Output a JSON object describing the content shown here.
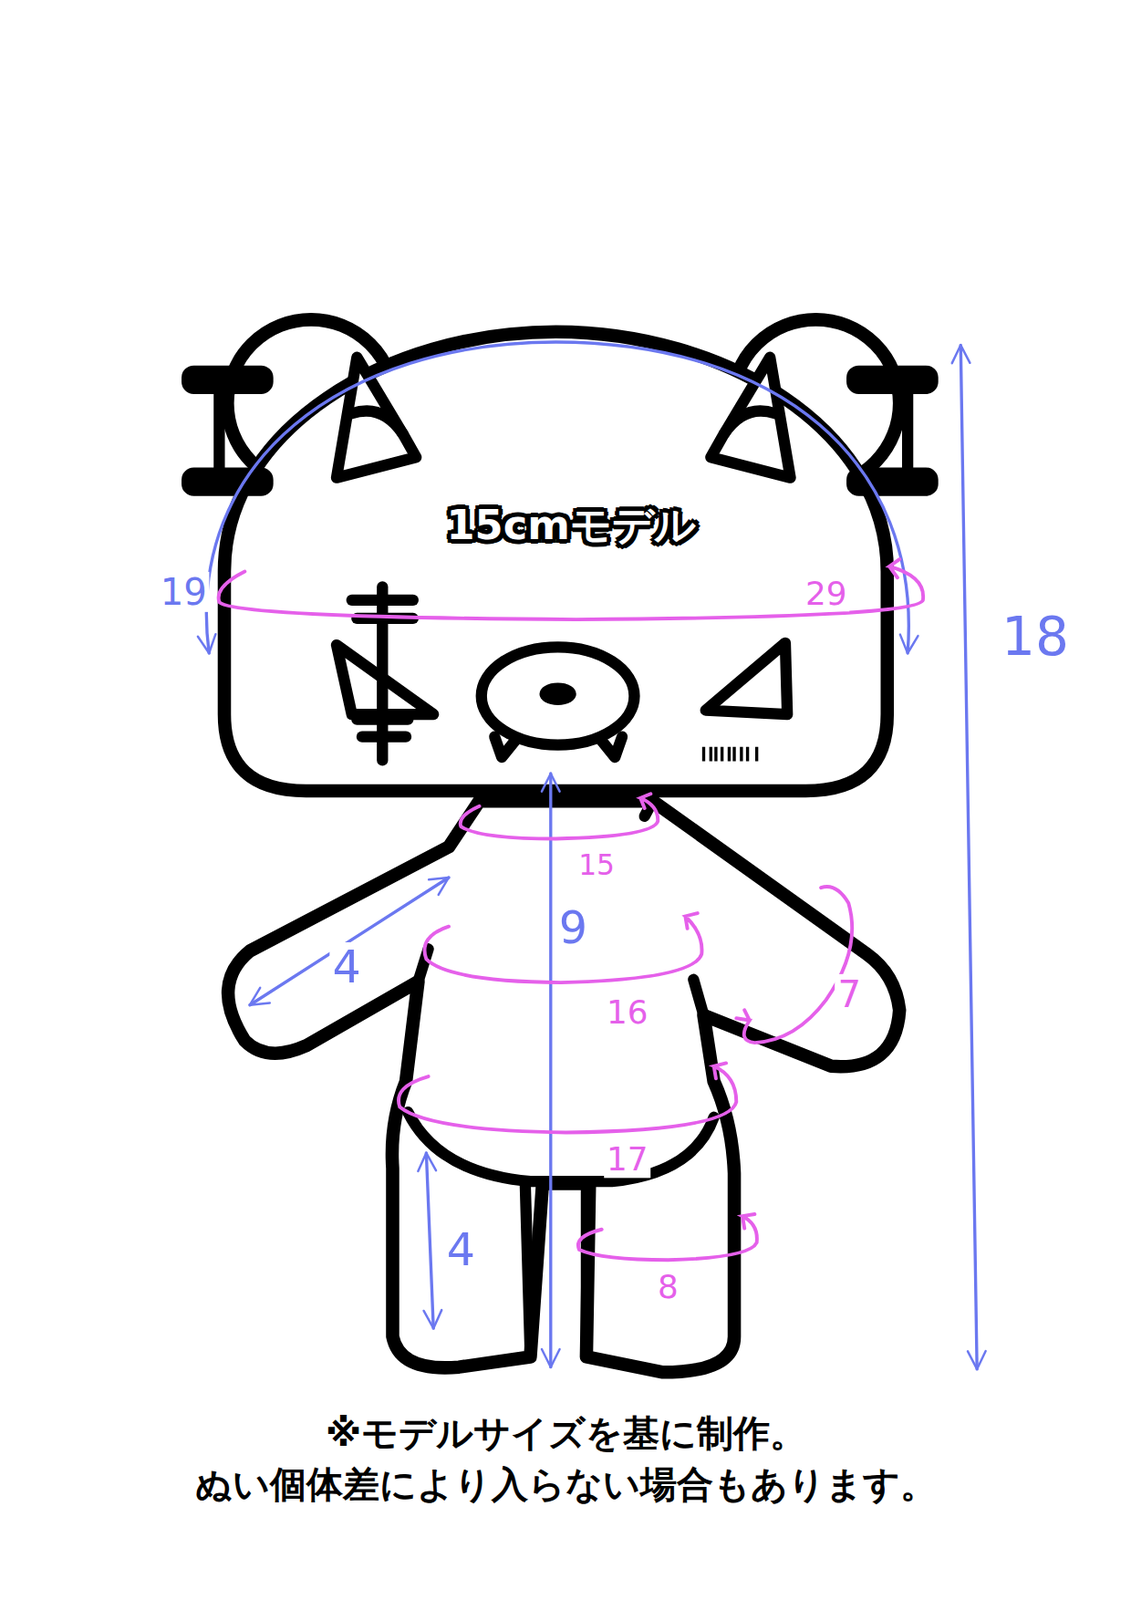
{
  "diagram": {
    "labels": [
      "15cmモデル",
      "19",
      "29",
      "18",
      "15",
      "9",
      "4",
      "16",
      "7",
      "17",
      "4",
      "8",
      "※モデルサイズを基に制作。",
      "ぬい個体差により入らない場合もあります。"
    ]
  }
}
